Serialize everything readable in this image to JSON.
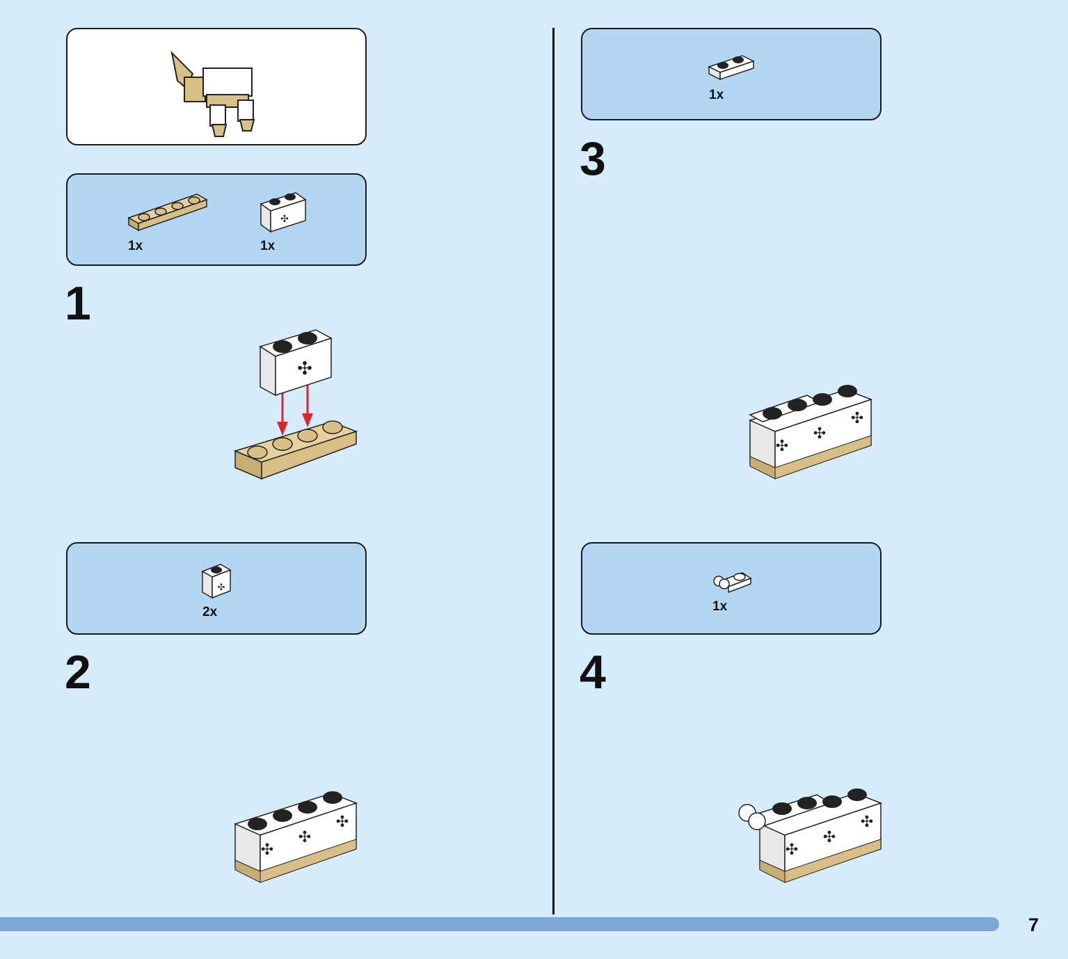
{
  "parts_lists": {
    "step1": {
      "items": [
        {
          "qty": "1x",
          "icon": "tan-plate-1x4-icon"
        },
        {
          "qty": "1x",
          "icon": "white-technic-brick-1x2-icon"
        }
      ]
    },
    "step2": {
      "items": [
        {
          "qty": "2x",
          "icon": "white-technic-brick-1x1-icon"
        }
      ]
    },
    "step3": {
      "items": [
        {
          "qty": "1x",
          "icon": "white-plate-1x2-icon"
        }
      ]
    },
    "step4": {
      "items": [
        {
          "qty": "1x",
          "icon": "white-clip-plate-icon"
        }
      ]
    }
  },
  "steps": {
    "s1": "1",
    "s2": "2",
    "s3": "3",
    "s4": "4"
  },
  "page_number": "7",
  "colors": {
    "background": "#d6ecfa",
    "parts_box": "#b3d7f3",
    "tan": "#d8bf86",
    "arrow": "#d7262e",
    "progress": "#7fa6d6"
  }
}
